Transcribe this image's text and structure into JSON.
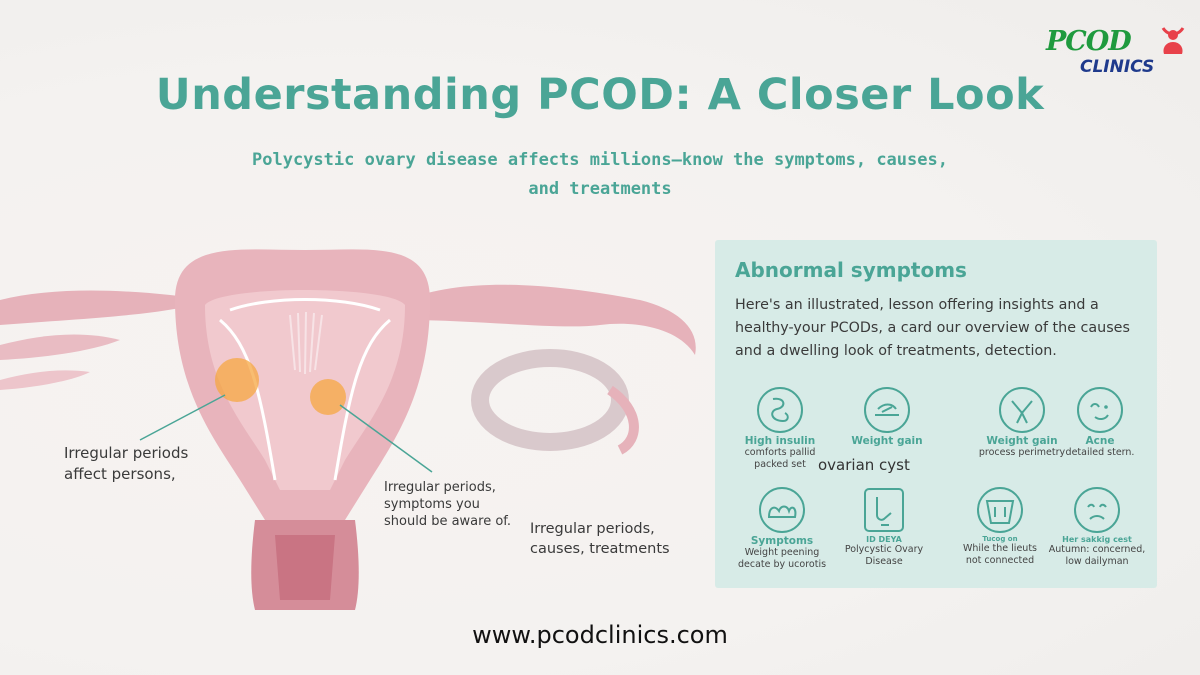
{
  "header": {
    "title": "Understanding PCOD: A Closer Look",
    "subtitle_line1": "Polycystic ovary disease affects millions—know the symptoms, causes,",
    "subtitle_line2": "and treatments"
  },
  "logo": {
    "brand": "PCOD",
    "sub": "CLINICS"
  },
  "illustration": {
    "labels": {
      "left": [
        "Irregular periods",
        "affect persons,"
      ],
      "middle": [
        "Irregular periods,",
        "symptoms you",
        "should be aware of."
      ],
      "right": [
        "Irregular periods,",
        "causes, treatments"
      ]
    }
  },
  "card": {
    "title": "Abnormal symptoms",
    "description": "Here's an illustrated, lesson offering insights and a healthy-your PCODs, a card our overview of the causes and a dwelling look of treatments, detection.",
    "floating_label": "ovarian cyst",
    "symptoms_row1": [
      {
        "icon": "intestine-icon",
        "name": "High insulin",
        "desc": [
          "comforts pallid",
          "packed set"
        ]
      },
      {
        "icon": "scale-icon",
        "name": "Weight gain",
        "desc": []
      },
      {
        "icon": "body-icon",
        "name": "Weight gain",
        "desc": [
          "process perimetry"
        ]
      },
      {
        "icon": "face-icon",
        "name": "Acne",
        "desc": [
          "detailed stern."
        ]
      }
    ],
    "symptoms_row2": [
      {
        "icon": "hands-icon",
        "name": "Symptoms",
        "desc": [
          "Weight peening",
          "decate by ucorotis"
        ]
      },
      {
        "icon": "head-profile-icon",
        "name": "ID DEYA",
        "desc": [
          "Polycystic Ovary",
          "Disease"
        ]
      },
      {
        "icon": "torso-icon",
        "name": "Tucog on",
        "desc": [
          "While the lieuts",
          "not connected"
        ]
      },
      {
        "icon": "sad-face-icon",
        "name": "Her sakkig cest",
        "desc": [
          "Autumn: concerned,",
          "low dailyman"
        ]
      }
    ]
  },
  "footer": {
    "website": "www.pcodclinics.com"
  },
  "colors": {
    "accent": "#4aa596",
    "uterus": "#e8b4bc",
    "card": "#d7ebe7",
    "follicle": "#f5a742"
  }
}
